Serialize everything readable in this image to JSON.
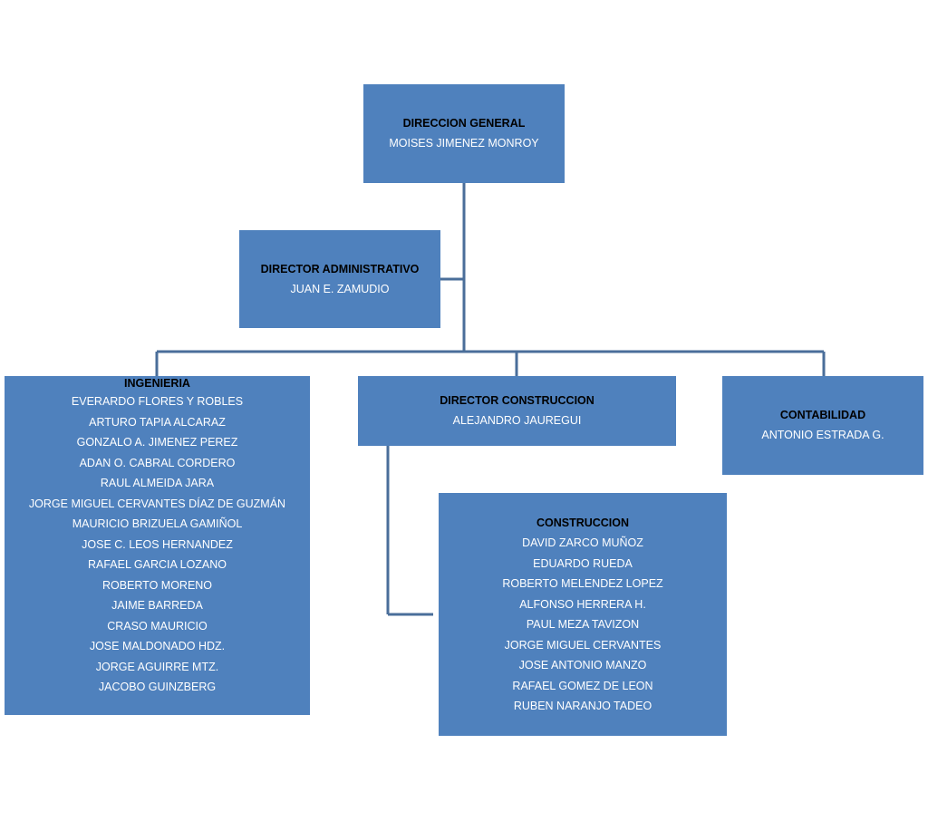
{
  "colors": {
    "box_fill": "#4f81bd",
    "connector": "#4a6e9a",
    "title_text": "#000000",
    "body_text": "#ffffff"
  },
  "general": {
    "title": "DIRECCION GENERAL",
    "person": "MOISES JIMENEZ MONROY"
  },
  "admin": {
    "title": "DIRECTOR ADMINISTRATIVO",
    "person": "JUAN E. ZAMUDIO"
  },
  "ingenieria": {
    "title": "INGENIERIA",
    "members": [
      "EVERARDO FLORES Y ROBLES",
      "ARTURO TAPIA ALCARAZ",
      "GONZALO A. JIMENEZ PEREZ",
      "ADAN O. CABRAL  CORDERO",
      "RAUL ALMEIDA JARA",
      "JORGE MIGUEL CERVANTES DÍAZ DE GUZMÁN",
      "MAURICIO BRIZUELA GAMIÑOL",
      "JOSE C. LEOS HERNANDEZ",
      "RAFAEL GARCIA LOZANO",
      "ROBERTO MORENO",
      "JAIME BARREDA",
      "CRASO MAURICIO",
      "JOSE MALDONADO HDZ.",
      "JORGE AGUIRRE MTZ.",
      "JACOBO GUINZBERG"
    ]
  },
  "construccion_dir": {
    "title": "DIRECTOR CONSTRUCCION",
    "person": "ALEJANDRO JAUREGUI"
  },
  "contabilidad": {
    "title": "CONTABILIDAD",
    "person": "ANTONIO ESTRADA  G."
  },
  "construccion": {
    "title": "CONSTRUCCION",
    "members": [
      "DAVID ZARCO MUÑOZ",
      "EDUARDO RUEDA",
      "ROBERTO MELENDEZ LOPEZ",
      "ALFONSO HERRERA H.",
      "PAUL MEZA TAVIZON",
      "JORGE MIGUEL CERVANTES",
      "JOSE ANTONIO MANZO",
      "RAFAEL GOMEZ DE LEON",
      "RUBEN NARANJO TADEO"
    ]
  }
}
